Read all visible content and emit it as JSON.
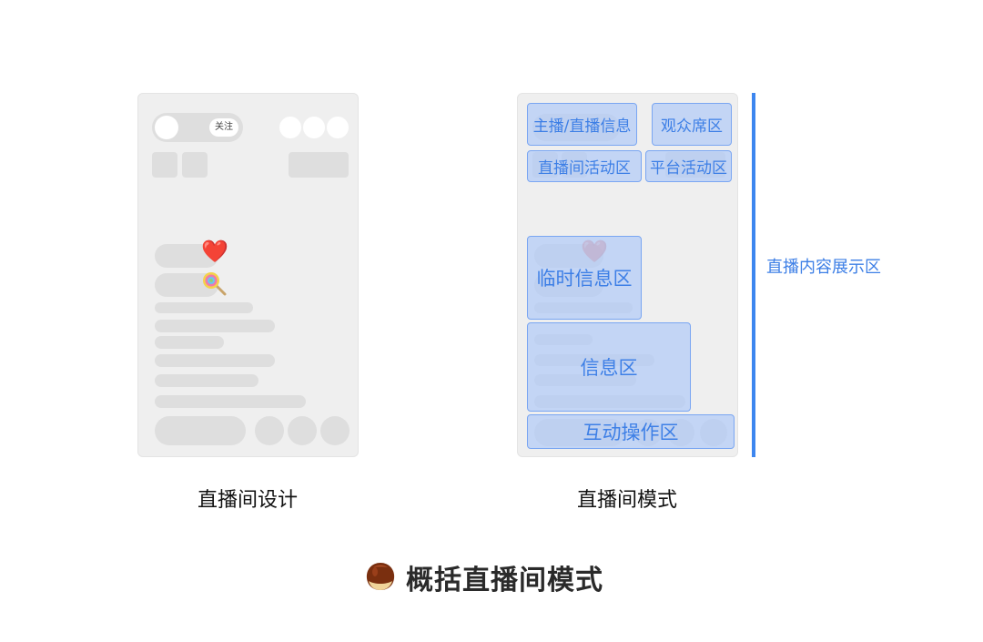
{
  "left_phone": {
    "follow_label": "关注",
    "heart_emoji": "❤️"
  },
  "right_phone": {
    "heart_emoji": "❤️",
    "zones": {
      "anchor_info": "主播/直播信息",
      "audience": "观众席区",
      "room_activity": "直播间活动区",
      "platform_activity": "平台活动区",
      "temp_info": "临时信息区",
      "info": "信息区",
      "interaction": "互动操作区"
    }
  },
  "side_label": "直播内容展示区",
  "captions": {
    "left": "直播间设计",
    "right": "直播间模式"
  },
  "footer": {
    "icon": "chestnut-icon",
    "title": "概括直播间模式"
  },
  "colors": {
    "zone_fill": "#b2cbf7",
    "zone_text": "#3d7fe6",
    "accent_bar": "#3d86ef",
    "placeholder_gray": "#dedede",
    "phone_bg": "#efefef"
  }
}
